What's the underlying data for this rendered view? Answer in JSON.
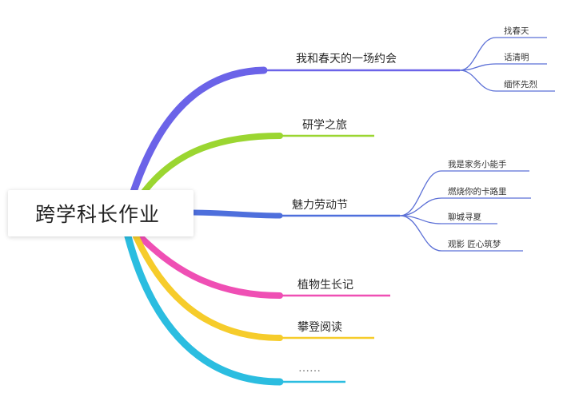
{
  "root": {
    "label": "跨学科长作业"
  },
  "branches": [
    {
      "label": "我和春天的一场约会",
      "color": "#6b63e8",
      "children": [
        "找春天",
        "话清明",
        "缅怀先烈"
      ]
    },
    {
      "label": "研学之旅",
      "color": "#9bd631",
      "children": []
    },
    {
      "label": "魅力劳动节",
      "color": "#4e6fdc",
      "children": [
        "我是家务小能手",
        "燃烧你的卡路里",
        "聊城寻夏",
        "观影 匠心筑梦"
      ]
    },
    {
      "label": "植物生长记",
      "color": "#ef4fb4",
      "children": []
    },
    {
      "label": "攀登阅读",
      "color": "#f6cc2b",
      "children": []
    },
    {
      "label": "……",
      "color": "#2bbde0",
      "children": []
    }
  ],
  "leaf_line_color": "#5b6fd6"
}
